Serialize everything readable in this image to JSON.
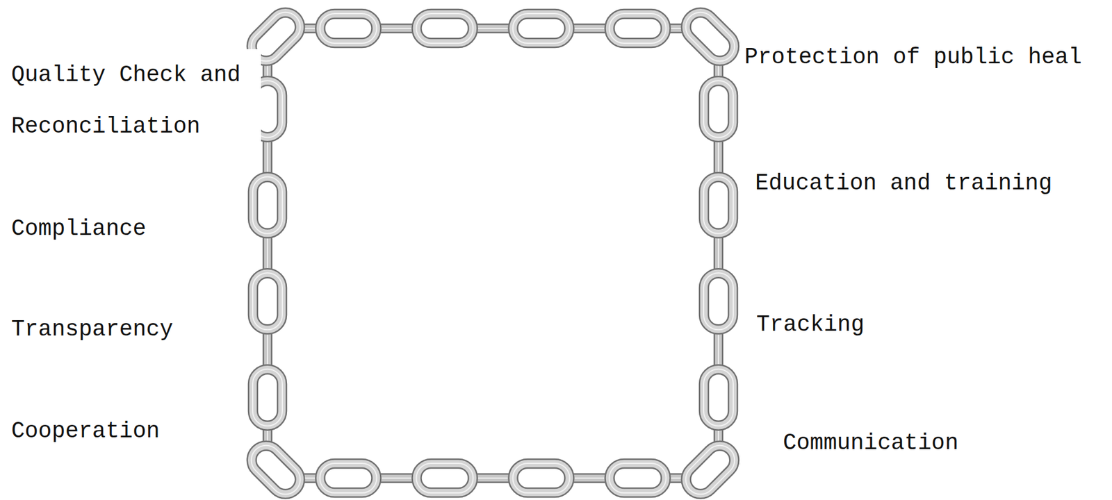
{
  "diagram": {
    "labels": [
      "Quality Check and Reconciliation",
      "Compliance",
      "Transparency",
      "Cooperation",
      "Protection of public heal",
      "Education and training",
      "Tracking",
      "Communication"
    ]
  }
}
